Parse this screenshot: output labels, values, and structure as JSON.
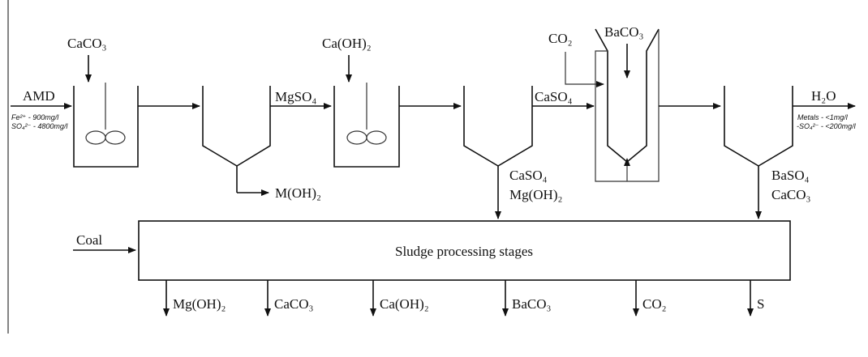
{
  "inputs": {
    "amd": "AMD",
    "amd_fe": "Fe²⁺ - 900mg/l",
    "amd_so4": "SO₄²⁻ - 4800mg/l",
    "reagent_1": "CaCO₃",
    "reagent_2": "Ca(OH)₂",
    "reagent_co2": "CO₂",
    "reagent_baco3": "BaCO₃",
    "coal": "Coal"
  },
  "streams": {
    "mgso4": "MgSO₄",
    "caso4": "CaSO₄",
    "m_oh2": "M(OH)₂",
    "sludge_2_line1": "CaSO₄",
    "sludge_2_line2": "Mg(OH)₂",
    "sludge_3_line1": "BaSO₄",
    "sludge_3_line2": "CaCO₃"
  },
  "output": {
    "water": "H₂O",
    "metals": "Metals - <1mg/l",
    "sulfate": "-SO₄²⁻ - <200mg/l"
  },
  "sludge": {
    "title": "Sludge processing stages",
    "products": [
      "Mg(OH)₂",
      "CaCO₃",
      "Ca(OH)₂",
      "BaCO₃",
      "CO₂",
      "S"
    ]
  }
}
